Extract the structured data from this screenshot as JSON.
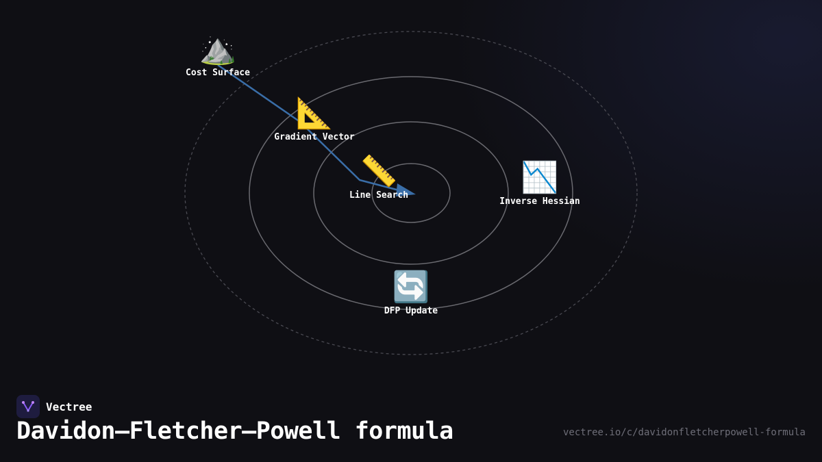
{
  "diagram": {
    "nodes": [
      {
        "id": "cost",
        "label": "Cost Surface",
        "icon": "mountain-icon",
        "glyph": "⛰️"
      },
      {
        "id": "grad",
        "label": "Gradient Vector",
        "icon": "triangular-ruler-icon",
        "glyph": "📐"
      },
      {
        "id": "line",
        "label": "Line Search",
        "icon": "ruler-icon",
        "glyph": "📏"
      },
      {
        "id": "hess",
        "label": "Inverse Hessian",
        "icon": "chart-decreasing-icon",
        "glyph": "📉"
      },
      {
        "id": "dfp",
        "label": "DFP Update",
        "icon": "refresh-arrows-icon",
        "glyph": "🔄"
      }
    ],
    "colors": {
      "path": "#3a6ea8",
      "rings": "#6a6a70",
      "outer_ring": "#4a4a52",
      "background": "#0f0f14"
    }
  },
  "footer": {
    "brand": "Vectree",
    "title": "Davidon–Fletcher–Powell formula",
    "url": "vectree.io/c/davidonfletcherpowell-formula"
  }
}
